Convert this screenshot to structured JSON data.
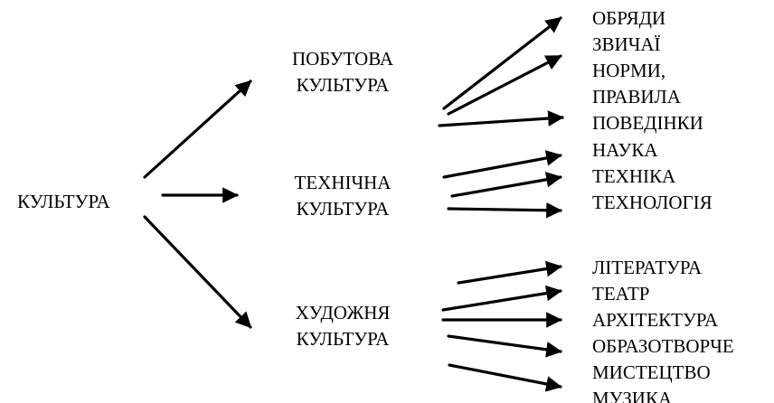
{
  "root": {
    "label": "КУЛЬТУРА"
  },
  "branches": [
    {
      "lines": [
        "ПОБУТОВА",
        "КУЛЬТУРА"
      ],
      "items": [
        "ОБРЯДИ",
        "ЗВИЧАЇ",
        "НОРМИ,",
        "ПРАВИЛА",
        "ПОВЕДІНКИ"
      ]
    },
    {
      "lines": [
        "ТЕХНІЧНА",
        "КУЛЬТУРА"
      ],
      "items": [
        "НАУКА",
        "ТЕХНІКА",
        "ТЕХНОЛОГІЯ"
      ]
    },
    {
      "lines": [
        "ХУДОЖНЯ",
        "КУЛЬТУРА"
      ],
      "items": [
        "ЛІТЕРАТУРА",
        "ТЕАТР",
        "АРХІТЕКТУРА",
        "ОБРАЗОТВОРЧЕ",
        "МИСТЕЦТВО",
        "МУЗИКА"
      ]
    }
  ]
}
